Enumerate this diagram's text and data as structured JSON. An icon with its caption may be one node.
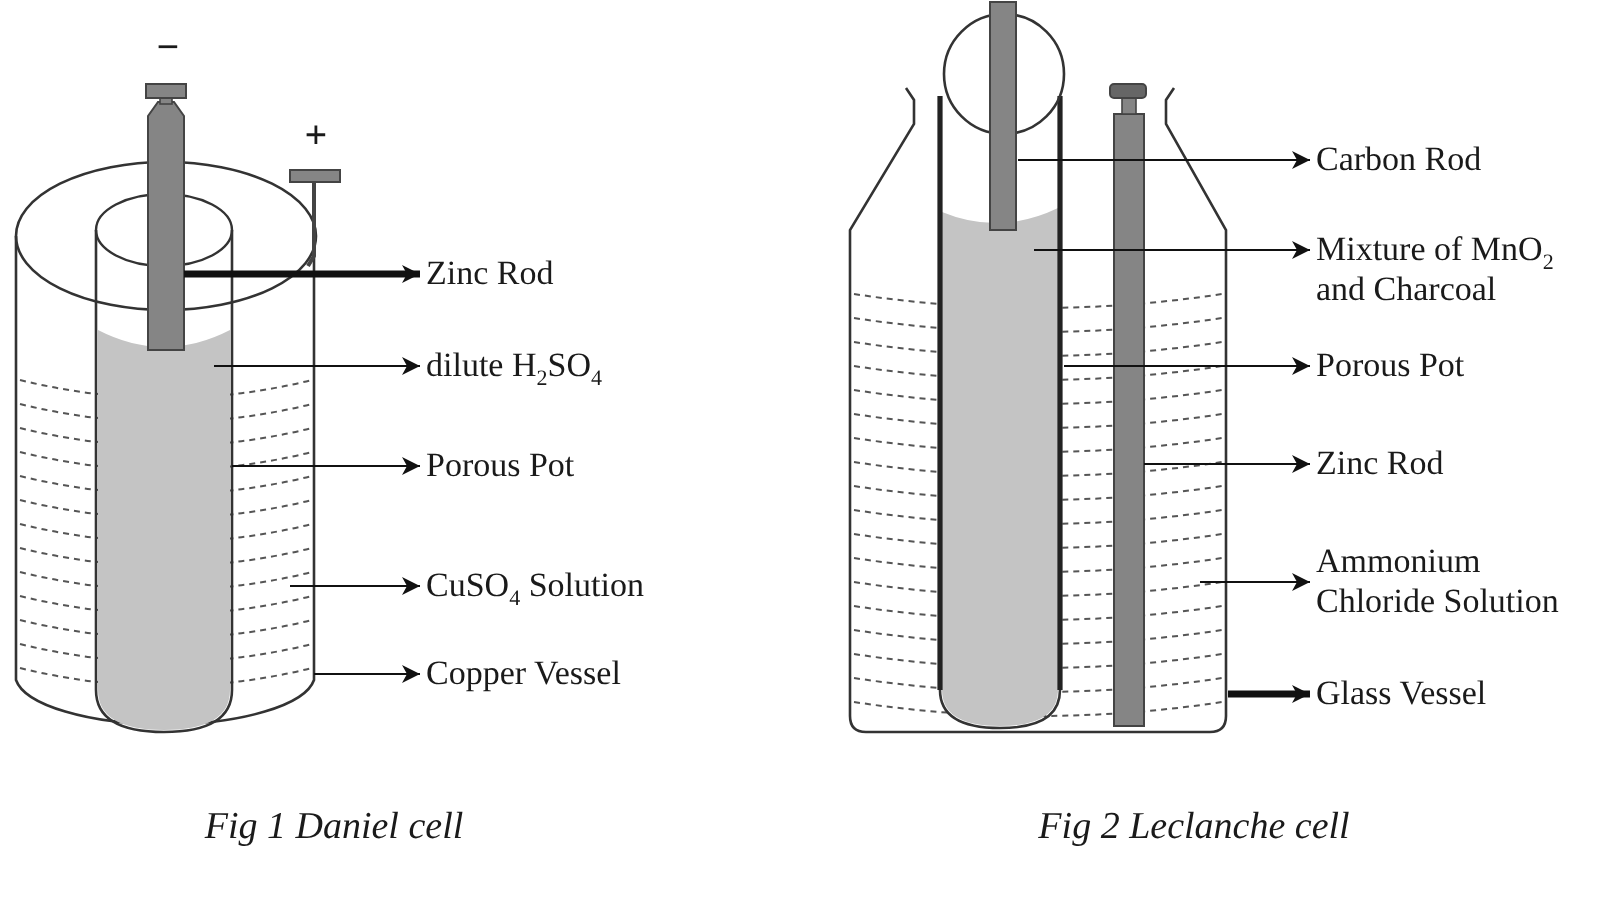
{
  "diagram": {
    "nodes": [
      {
        "text": [
          "Zinc Rod"
        ]
      },
      {
        "text": [
          "dilute H$_{2}$SO$_{4}$"
        ]
      },
      {
        "text": [
          "Porous Pot"
        ]
      },
      {
        "text": [
          "CuSO$_{4}$ Solution"
        ]
      },
      {
        "text": [
          "Copper Vessel"
        ]
      },
      {
        "text": [
          "Carbon Rod"
        ]
      },
      {
        "text": [
          "Mixture of MnO$_{2}$ and Charcoal"
        ]
      },
      {
        "text": [
          "Porous Pot"
        ]
      },
      {
        "text": [
          "Zinc Rod"
        ]
      },
      {
        "text": [
          "Ammonium Chloride Solution"
        ]
      },
      {
        "text": [
          "Glass Vessel"
        ]
      }
    ],
    "edges": [
      {
        "from": null,
        "to": 0,
        "arrow": "to",
        "style": "thick"
      },
      {
        "from": null,
        "to": 1,
        "arrow": "to"
      },
      {
        "from": null,
        "to": 2,
        "arrow": "to"
      },
      {
        "from": null,
        "to": 3,
        "arrow": "to"
      },
      {
        "from": null,
        "to": 4,
        "arrow": "to"
      },
      {
        "from": null,
        "to": 5,
        "arrow": "to"
      },
      {
        "from": null,
        "to": 6,
        "arrow": "to"
      },
      {
        "from": null,
        "to": 7,
        "arrow": "to"
      },
      {
        "from": null,
        "to": 8,
        "arrow": "to"
      },
      {
        "from": null,
        "to": 9,
        "arrow": "to"
      },
      {
        "from": null,
        "to": 10,
        "arrow": "to",
        "style": "thick"
      }
    ],
    "labels": [
      "−",
      "+",
      "Fig 1 Daniel cell",
      "Fig 2 Leclanche cell"
    ]
  }
}
